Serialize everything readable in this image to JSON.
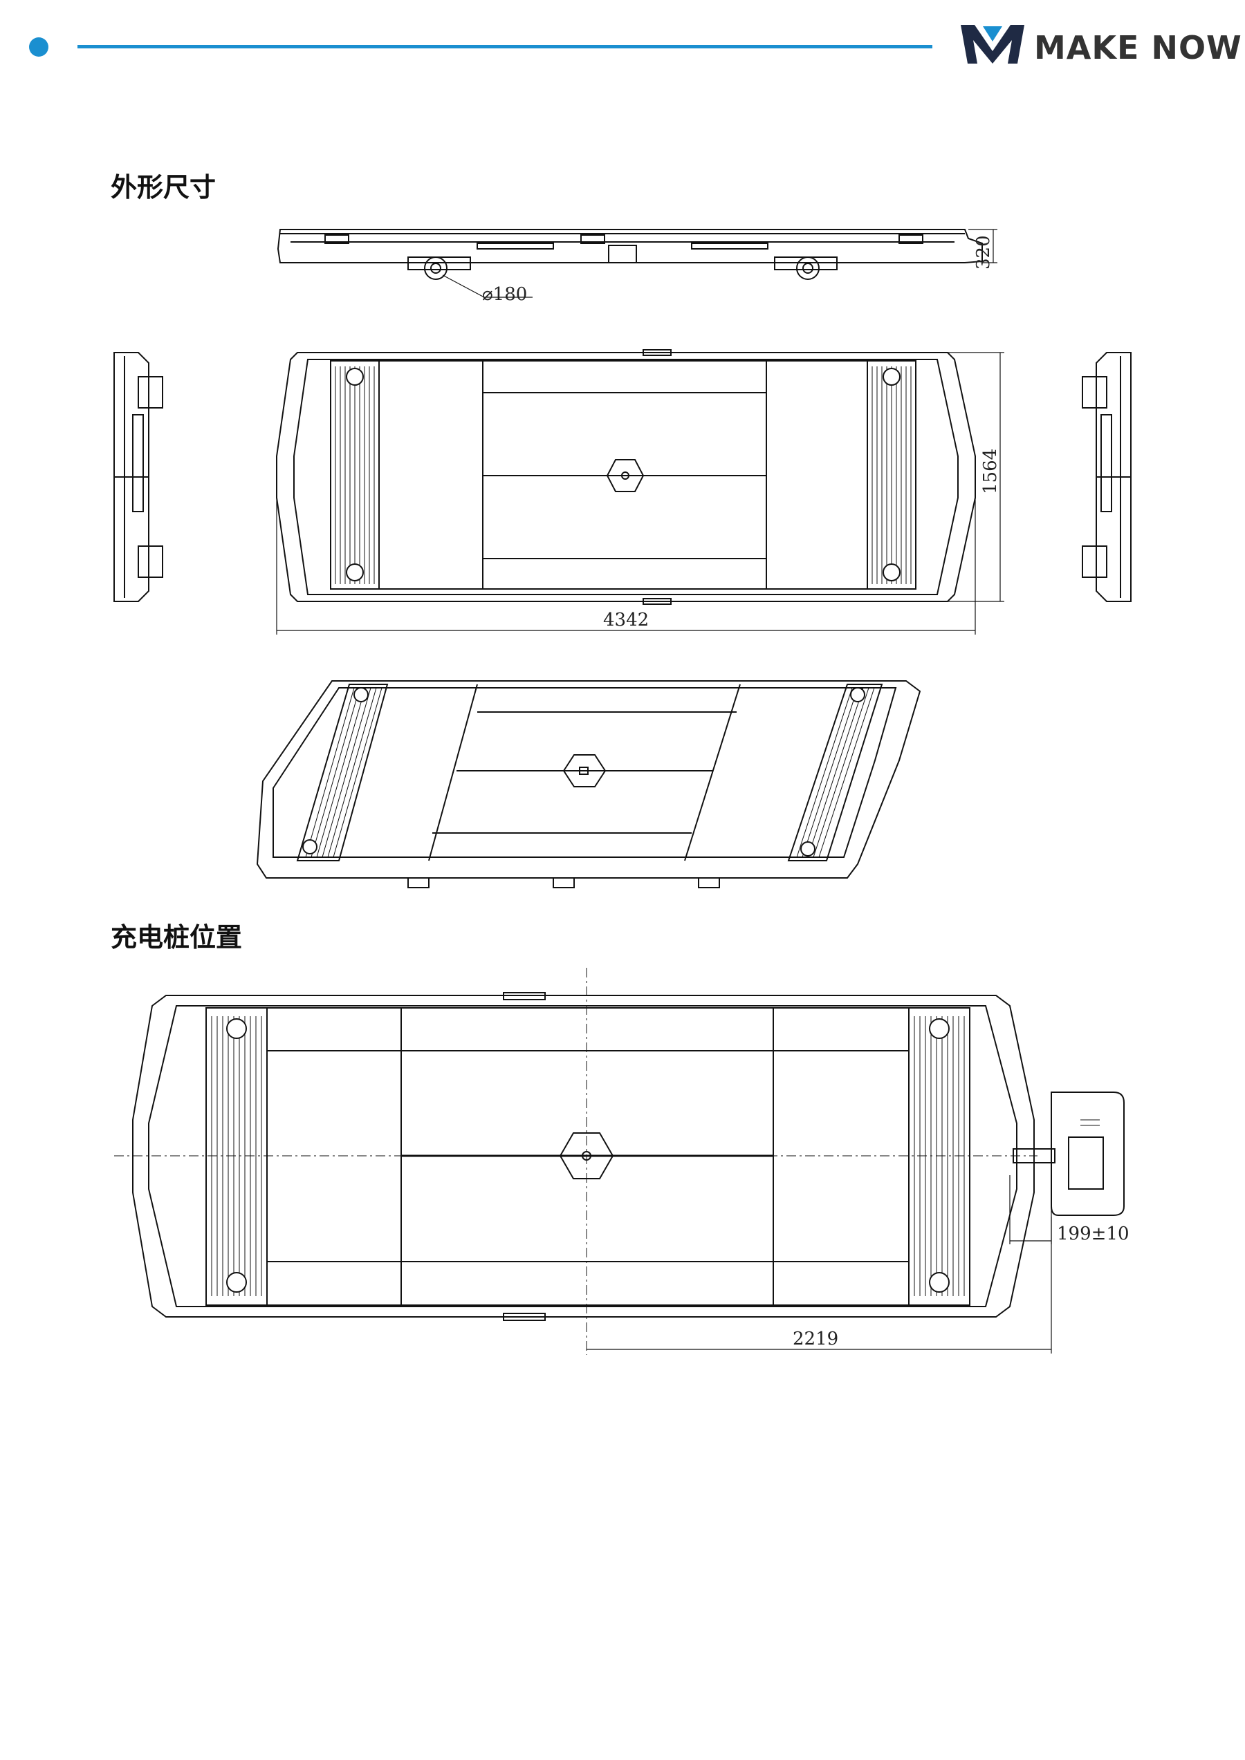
{
  "header": {
    "logo_text": "MAKE NOW",
    "accent_color": "#1a8fd0"
  },
  "sections": {
    "outline_title": "外形尺寸",
    "charging_title": "充电桩位置"
  },
  "dimensions": {
    "wheel_diameter": "⌀180",
    "height": "320",
    "width": "1564",
    "length": "4342",
    "charger_offset": "199±10",
    "charger_distance": "2219"
  }
}
